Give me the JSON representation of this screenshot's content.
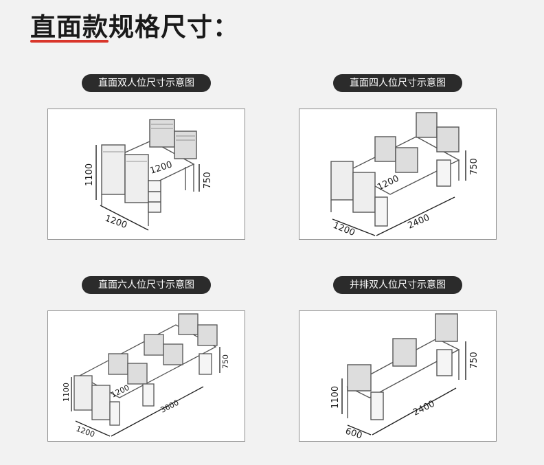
{
  "page": {
    "title": "直面款规格尺寸："
  },
  "diagrams": [
    {
      "label": "直面双人位尺寸示意图",
      "dims": {
        "width": "1200",
        "depth": "1200",
        "height": "1100",
        "desk_height": "750"
      }
    },
    {
      "label": "直面四人位尺寸示意图",
      "dims": {
        "depth": "1200",
        "depth_front": "1200",
        "length": "2400",
        "desk_height": "750"
      }
    },
    {
      "label": "直面六人位尺寸示意图",
      "dims": {
        "depth": "1200",
        "depth_front": "1200",
        "length": "3600",
        "height": "1100",
        "desk_height": "750"
      }
    },
    {
      "label": "并排双人位尺寸示意图",
      "dims": {
        "depth": "600",
        "length": "2400",
        "height": "1100",
        "desk_height": "750"
      }
    }
  ],
  "colors": {
    "accent": "#d9362b",
    "pill": "#2b2b2b",
    "line": "#555555"
  }
}
